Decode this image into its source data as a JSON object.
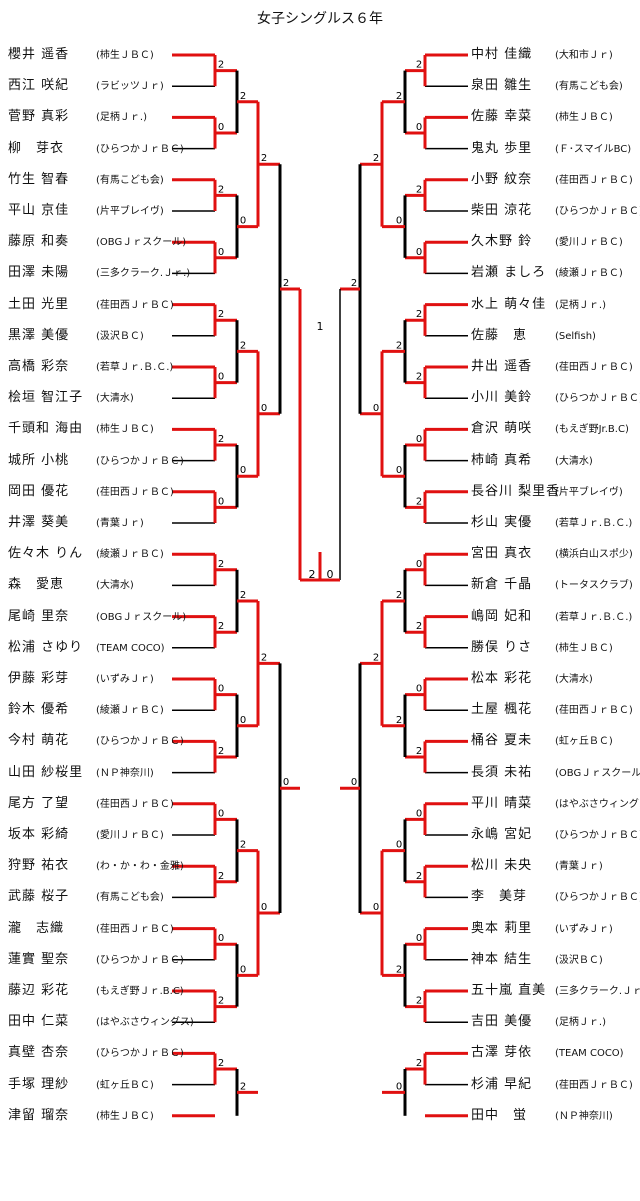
{
  "title": "女子シングルス６年",
  "left_players": [
    {
      "name": "櫻井 遥香",
      "club": "(柿生ＪＢＣ)"
    },
    {
      "name": "西江 咲紀",
      "club": "(ラビッツＪｒ)"
    },
    {
      "name": "菅野 真彩",
      "club": "(足柄Ｊｒ.)"
    },
    {
      "name": "柳　芽衣",
      "club": "(ひらつかＪｒＢＣ)"
    },
    {
      "name": "竹生 智春",
      "club": "(有馬こども会)"
    },
    {
      "name": "平山 京佳",
      "club": "(片平ブレイヴ)"
    },
    {
      "name": "藤原 和奏",
      "club": "(OBGＪｒスクール)"
    },
    {
      "name": "田澤 未陽",
      "club": "(三多クラーク.Ｊｒ.)"
    },
    {
      "name": "土田 光里",
      "club": "(荏田西ＪｒＢＣ)"
    },
    {
      "name": "黒澤 美優",
      "club": "(汲沢ＢＣ)"
    },
    {
      "name": "高橋 彩奈",
      "club": "(若草Ｊｒ.Ｂ.Ｃ.)"
    },
    {
      "name": "桧垣 智江子",
      "club": "(大清水)"
    },
    {
      "name": "千頭和 海由",
      "club": "(柿生ＪＢＣ)"
    },
    {
      "name": "城所 小桃",
      "club": "(ひらつかＪｒＢＣ)"
    },
    {
      "name": "岡田 優花",
      "club": "(荏田西ＪｒＢＣ)"
    },
    {
      "name": "井澤 葵美",
      "club": "(青葉Ｊｒ)"
    },
    {
      "name": "佐々木 りん",
      "club": "(綾瀬ＪｒＢＣ)"
    },
    {
      "name": "森　愛恵",
      "club": "(大清水)"
    },
    {
      "name": "尾崎 里奈",
      "club": "(OBGＪｒスクール)"
    },
    {
      "name": "松浦 さゆり",
      "club": "(TEAM COCO)"
    },
    {
      "name": "伊藤 彩芽",
      "club": "(いずみＪｒ)"
    },
    {
      "name": "鈴木 優希",
      "club": "(綾瀬ＪｒＢＣ)"
    },
    {
      "name": "今村 萌花",
      "club": "(ひらつかＪｒＢＣ)"
    },
    {
      "name": "山田 紗桜里",
      "club": "(ＮＰ神奈川)"
    },
    {
      "name": "尾方 了望",
      "club": "(荏田西ＪｒＢＣ)"
    },
    {
      "name": "坂本 彩綺",
      "club": "(愛川ＪｒＢＣ)"
    },
    {
      "name": "狩野 祐衣",
      "club": "(わ・か・わ・金雅)"
    },
    {
      "name": "武藤 桜子",
      "club": "(有馬こども会)"
    },
    {
      "name": "瀧　志織",
      "club": "(荏田西ＪｒＢＣ)"
    },
    {
      "name": "蓮實 聖奈",
      "club": "(ひらつかＪｒＢＣ)"
    },
    {
      "name": "藤辺 彩花",
      "club": "(もえぎ野Ｊｒ.B.C)"
    },
    {
      "name": "田中 仁菜",
      "club": "(はやぶさウィングス)"
    },
    {
      "name": "真壁 杏奈",
      "club": "(ひらつかＪｒＢＣ)"
    },
    {
      "name": "手塚 理紗",
      "club": "(虹ヶ丘ＢＣ)"
    },
    {
      "name": "津留 瑠奈",
      "club": "(柿生ＪＢＣ)"
    }
  ],
  "right_players": [
    {
      "name": "中村 佳織",
      "club": "(大和市Ｊｒ)"
    },
    {
      "name": "泉田 雛生",
      "club": "(有馬こども会)"
    },
    {
      "name": "佐藤 幸菜",
      "club": "(柿生ＪＢＣ)"
    },
    {
      "name": "鬼丸 歩里",
      "club": "(Ｆ･スマイルBC)"
    },
    {
      "name": "小野 紋奈",
      "club": "(荏田西ＪｒＢＣ)"
    },
    {
      "name": "柴田 涼花",
      "club": "(ひらつかＪｒＢＣ)"
    },
    {
      "name": "久木野 鈴",
      "club": "(愛川ＪｒＢＣ)"
    },
    {
      "name": "岩瀬 ましろ",
      "club": "(綾瀬ＪｒＢＣ)"
    },
    {
      "name": "水上 萌々佳",
      "club": "(足柄Ｊｒ.)"
    },
    {
      "name": "佐藤　恵",
      "club": "(Selfish)"
    },
    {
      "name": "井出 遥香",
      "club": "(荏田西ＪｒＢＣ)"
    },
    {
      "name": "小川 美鈴",
      "club": "(ひらつかＪｒＢＣ)"
    },
    {
      "name": "倉沢 萌咲",
      "club": "(もえぎ野Jr.B.C)"
    },
    {
      "name": "柿崎 真希",
      "club": "(大清水)"
    },
    {
      "name": "長谷川 梨里香",
      "club": "(片平ブレイヴ)"
    },
    {
      "name": "杉山 実優",
      "club": "(若草Ｊｒ.Ｂ.Ｃ.)"
    },
    {
      "name": "宮田 真衣",
      "club": "(横浜白山スポ少)"
    },
    {
      "name": "新倉 千晶",
      "club": "(トータスクラブ)"
    },
    {
      "name": "嶋岡 妃和",
      "club": "(若草Ｊｒ.Ｂ.Ｃ.)"
    },
    {
      "name": "勝俣 りさ",
      "club": "(柿生ＪＢＣ)"
    },
    {
      "name": "松本 彩花",
      "club": "(大清水)"
    },
    {
      "name": "土屋 楓花",
      "club": "(荏田西ＪｒＢＣ)"
    },
    {
      "name": "桶谷 夏未",
      "club": "(虹ヶ丘ＢＣ)"
    },
    {
      "name": "長須 未祐",
      "club": "(OBGＪｒスクール)"
    },
    {
      "name": "平川 晴菜",
      "club": "(はやぶさウィングス)"
    },
    {
      "name": "永嶋 宮妃",
      "club": "(ひらつかＪｒＢＣ)"
    },
    {
      "name": "松川 未央",
      "club": "(青葉Ｊｒ)"
    },
    {
      "name": "李　美芽",
      "club": "(ひらつかＪｒＢＣ)"
    },
    {
      "name": "奥本 莉里",
      "club": "(いずみＪｒ)"
    },
    {
      "name": "神本 結生",
      "club": "(汲沢ＢＣ)"
    },
    {
      "name": "五十嵐 直美",
      "club": "(三多クラーク.Ｊｒ.)"
    },
    {
      "name": "吉田 美優",
      "club": "(足柄Ｊｒ.)"
    },
    {
      "name": "古澤 芽依",
      "club": "(TEAM COCO)"
    },
    {
      "name": "杉浦 早紀",
      "club": "(荏田西ＪｒＢＣ)"
    },
    {
      "name": "田中　蛍",
      "club": "(ＮＰ神奈川)"
    }
  ],
  "colors": {
    "winner_line": "#e01010",
    "loser_line": "#000000"
  },
  "marks": {
    "game_left": [
      "2",
      "0",
      "2",
      "0",
      "2",
      "0",
      "2",
      "0",
      "2",
      "2",
      "0",
      "2",
      "0",
      "2",
      "0",
      "2",
      "2"
    ],
    "game_right": [
      "2",
      "0",
      "2",
      "0",
      "2",
      "2",
      "0",
      "2",
      "0",
      "2",
      "0",
      "2",
      "0",
      "2",
      "0",
      "2",
      "2"
    ],
    "final": [
      "1",
      "2",
      "0"
    ]
  }
}
